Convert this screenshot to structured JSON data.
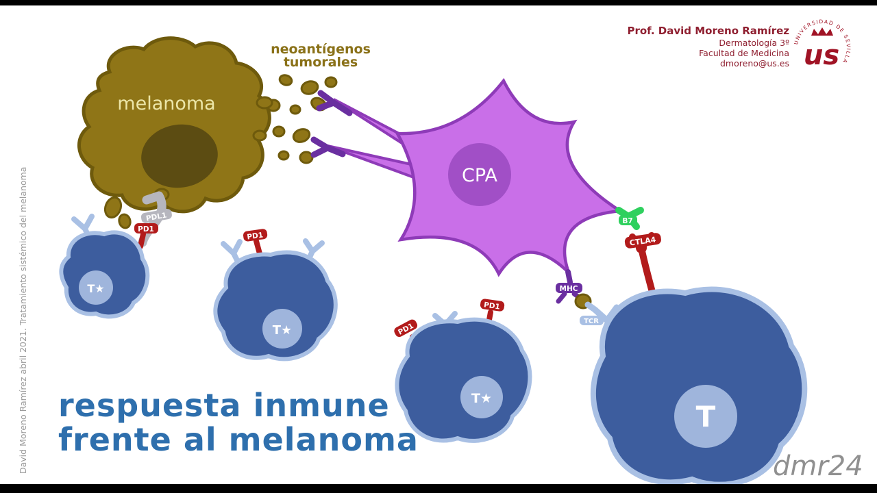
{
  "credits": {
    "name": "Prof. David Moreno Ramírez",
    "department": "Dermatología 3º",
    "faculty": "Facultad de Medicina",
    "email": "dmoreno@us.es"
  },
  "logo": {
    "institution": "UNIVERSIDAD DE SEVILLA",
    "monogram": "us"
  },
  "side_note": "David Moreno Ramírez abril 2021. Tratamiento sistémico del melanoma",
  "title": {
    "line1": "respuesta inmune",
    "line2": "frente al melanoma"
  },
  "signature": "dmr24",
  "diagram": {
    "melanoma_label": "melanoma",
    "neoantigens_line1": "neoantígenos",
    "neoantigens_line2": "tumorales",
    "cpa_label": "CPA",
    "pdl1_label": "PDL1",
    "pd1_label": "PD1",
    "mhc_label": "MHC",
    "tcr_label": "TCR",
    "b7_label": "B7",
    "ctla4_label": "CTLA4",
    "t_active_label": "T★",
    "t_label": "T"
  },
  "colors": {
    "melanoma": "#8f7517",
    "melanoma_dark": "#5c4c12",
    "cpa": "#c96fe8",
    "cpa_dark": "#a14fc6",
    "receptor_purple": "#6a2fa0",
    "t_cell": "#3d5d9e",
    "t_cell_nucleus": "#9fb5dc",
    "t_cell_outline": "#a9c0e4",
    "red": "#b21b1b",
    "green": "#2fd05e",
    "gray": "#b6b6be",
    "title_blue": "#2e6fad",
    "maroon": "#8f1f30",
    "olive_text": "#8a7118",
    "signature_gray": "#909090"
  }
}
